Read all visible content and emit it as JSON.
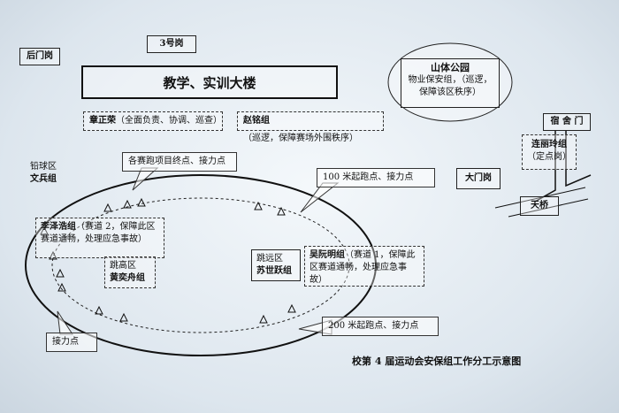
{
  "gates": {
    "back_gate": "后门岗",
    "post3": "3号岗",
    "main_gate": "大门岗",
    "dorm_gate": "宿 舍 门",
    "bridge": "天桥"
  },
  "building": {
    "name": "教学、实训大楼"
  },
  "leaders": {
    "zhang_name": "章正荣",
    "zhang_desc": "（全面负责、协调、巡查）",
    "zhao_name": "赵铭组",
    "zhao_desc": "（巡逻，保障赛场外围秩序）"
  },
  "park": {
    "title": "山体公园",
    "desc": "物业保安组，（巡逻，保障该区秩序）"
  },
  "lian": {
    "name": "连丽玲组",
    "desc": "（定点岗）"
  },
  "zones": {
    "shot_area": "铅球区",
    "shot_group": "文兵组",
    "high_jump_area": "跳高区",
    "high_jump_group": "黄奕舟组",
    "long_jump_area": "跳远区",
    "long_jump_group": "苏世跃组"
  },
  "teams": {
    "li_name": "李泽浩组",
    "li_desc": "（赛道 2，保障此区赛道通畅，处理应急事故）",
    "wu_name": "吴阮明组",
    "wu_desc": "（赛道 1，保障此区赛道通畅，处理应急事故）"
  },
  "callouts": {
    "finish": "各赛跑项目终点、接力点",
    "start100": "100 米起跑点、接力点",
    "start200": "200 米起跑点、接力点",
    "relay": "接力点"
  },
  "title": "校第 4 届运动会安保组工作分工示意图"
}
